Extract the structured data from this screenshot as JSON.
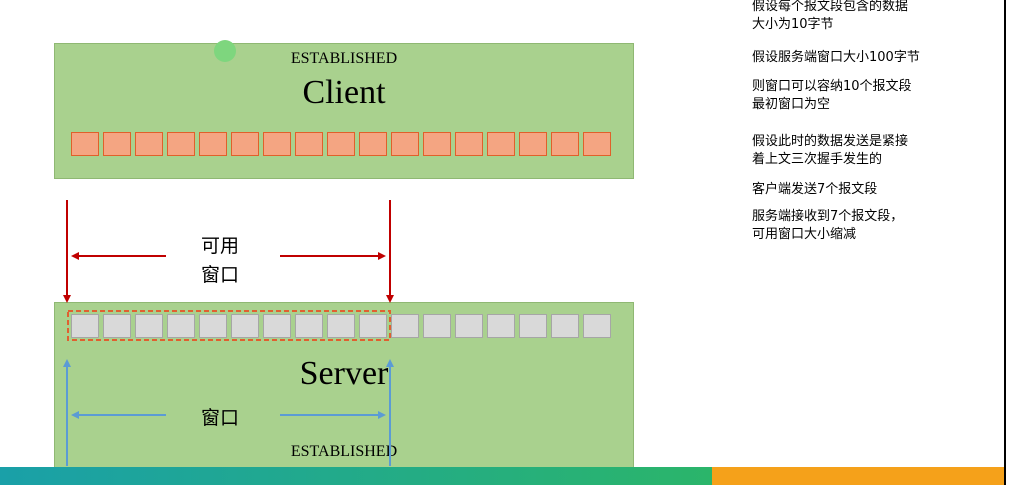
{
  "client": {
    "state": "ESTABLISHED",
    "title": "Client",
    "segment_count": 17
  },
  "server": {
    "state": "ESTABLISHED",
    "title": "Server",
    "segment_count": 17,
    "window_segments": 10
  },
  "labels": {
    "available_window_line1": "可用",
    "available_window_line2": "窗口",
    "window": "窗口"
  },
  "notes": [
    "假设每个报文段包含的数据\n大小为10字节",
    "假设服务端窗口大小100字节",
    "则窗口可以容纳10个报文段\n最初窗口为空",
    "假设此时的数据发送是紧接\n着上文三次握手发生的",
    "客户端发送7个报文段",
    "服务端接收到7个报文段，\n可用窗口大小缩减"
  ],
  "colors": {
    "box": "#a9d18e",
    "client_segment": "#f4a582",
    "server_segment": "#d9d9d9",
    "red_arrow": "#c00000",
    "blue_arrow": "#5b9bd5",
    "dash_outline": "#e06030"
  }
}
